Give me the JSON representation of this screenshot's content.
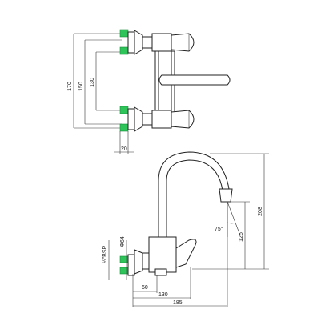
{
  "top_view": {
    "dims": {
      "d170": "170",
      "d150": "150",
      "d130": "130",
      "d20": "20"
    }
  },
  "side_view": {
    "dims": {
      "d208": "208",
      "d126": "126",
      "angle": "75°",
      "bsp": "½\"BSP",
      "dia": "Φ64",
      "d60": "60",
      "d130": "130",
      "d185": "185"
    }
  },
  "colors": {
    "connector": "#2fc45a",
    "line": "#222222"
  }
}
